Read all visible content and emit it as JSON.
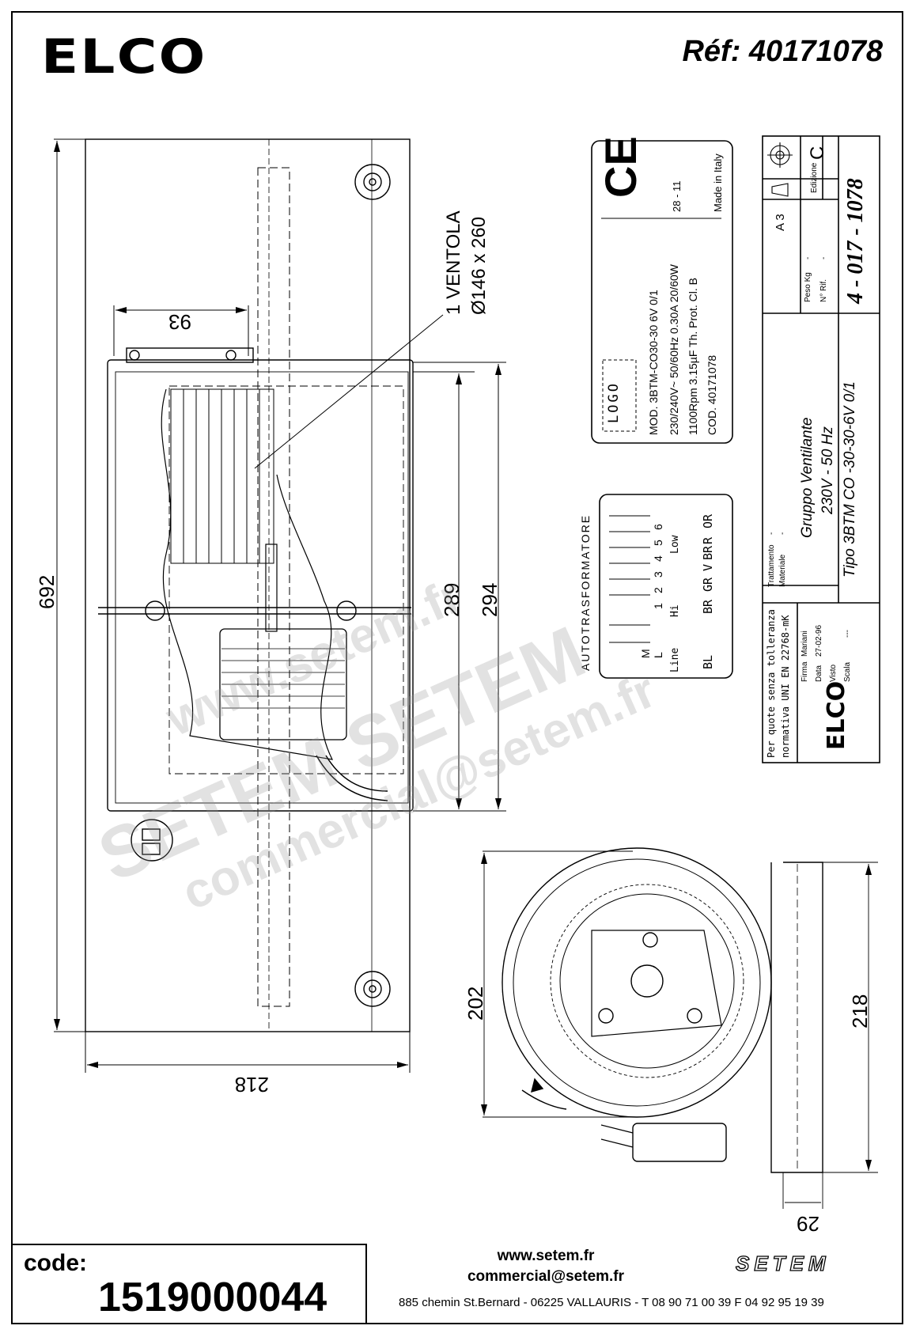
{
  "header": {
    "brand": "ELCO",
    "reference": "Réf: 40171078"
  },
  "dimensions": {
    "overall_length": "692",
    "width_bottom": "218",
    "offset_top": "93",
    "body_length": "289",
    "housing_length": "294",
    "side_height": "202",
    "side_width": "218",
    "flange": "29"
  },
  "callout": {
    "line1": "1 VENTOLA",
    "line2": "Ø146 x 260"
  },
  "label_plate": {
    "ce": "CE",
    "logo": "LOGO",
    "mod": "MOD. 3BTM-CO30-30 6V 0/1",
    "electrical": "230/240V~ 50/60Hz  0.30A  20/60W",
    "rpm": "1100Rpm  3.15µF  Th. Prot.  Cl. B",
    "cod": "COD. 40171078",
    "week": "28 - 11",
    "made_in": "Made in Italy"
  },
  "transformer": {
    "title": "AUTOTRASFORMATORE",
    "terminals": [
      "M",
      "L",
      "1",
      "2",
      "3",
      "4",
      "5",
      "6"
    ],
    "speeds": [
      "Line",
      "Hi",
      "Low"
    ],
    "wires": [
      "BL",
      "BR",
      "GR",
      "V",
      "BR",
      "R",
      "OR"
    ]
  },
  "title_block": {
    "projection": "A 3",
    "edition_label": "Edizione",
    "edition": "C",
    "drawing_number": "4 - 017 - 1078",
    "weight_label": "Peso Kg",
    "weight": "-",
    "ref_label": "N° Rif.",
    "ref": "-",
    "name": "Gruppo Ventilante",
    "rating": "230V - 50 Hz",
    "type": "Tipo  3BTM CO -30-30-6V 0/1",
    "treatment_label": "Trattamento",
    "treatment": "-",
    "material_label": "Materiale",
    "material": "-",
    "tolerance_note1": "Per quote senza tolleranza",
    "tolerance_note2": "normativa UNI EN 22768-mK",
    "sign_label": "Firma",
    "signer": "Mariani",
    "date_label": "Data",
    "date": "27-02-96",
    "checked_label": "Visto",
    "scale_label": "Scala",
    "scale": "---",
    "brand": "ELCO"
  },
  "watermark": {
    "line1": "www.setem.fr",
    "line2": "SETEM SETEM",
    "line3": "commercial@setem.fr"
  },
  "footer": {
    "code_label": "code:",
    "code": "1519000044",
    "website": "www.setem.fr",
    "email": "commercial@setem.fr",
    "address": "885 chemin St.Bernard  -  06225 VALLAURIS  -  T 08 90 71 00 39   F 04 92 95 19 39",
    "brand": "SETEM"
  }
}
